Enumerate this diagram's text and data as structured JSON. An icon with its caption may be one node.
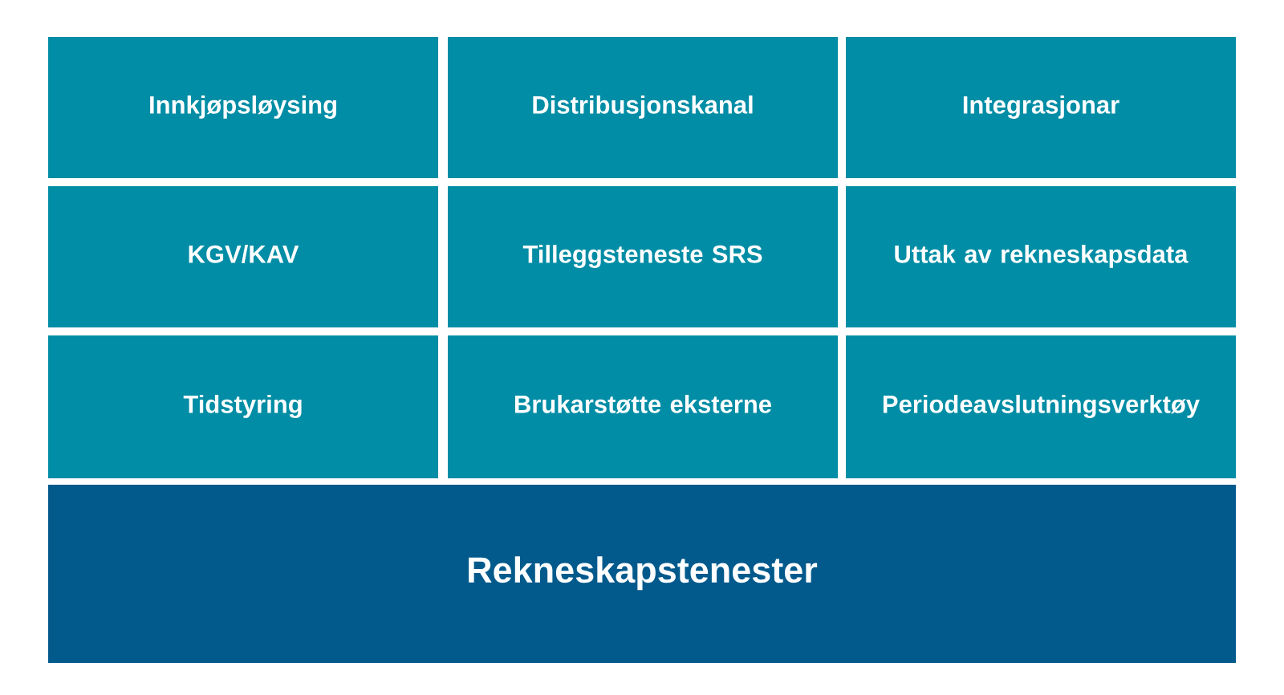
{
  "diagram": {
    "nodes": [
      {
        "text": [
          "Innkjøpsløysing"
        ]
      },
      {
        "text": [
          "Distribusjonskanal"
        ]
      },
      {
        "text": [
          "Integrasjonar"
        ]
      },
      {
        "text": [
          "KGV/KAV"
        ]
      },
      {
        "text": [
          "Tilleggsteneste SRS"
        ]
      },
      {
        "text": [
          "Uttak av rekneskapsdata"
        ]
      },
      {
        "text": [
          "Tidstyring"
        ]
      },
      {
        "text": [
          "Brukarstøtte eksterne"
        ]
      },
      {
        "text": [
          "Periodeavslutningsverktøy"
        ]
      },
      {
        "text": [
          "Rekneskapstenester"
        ]
      }
    ]
  }
}
